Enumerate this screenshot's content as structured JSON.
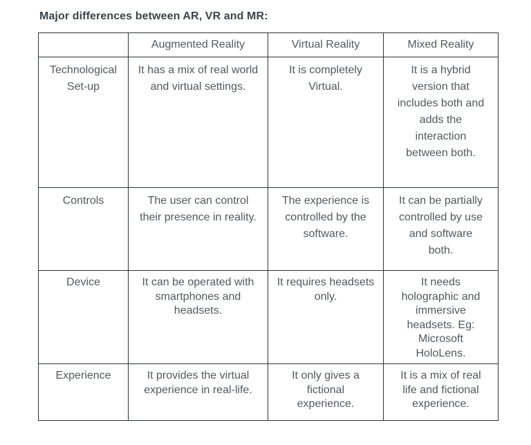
{
  "page": {
    "title": "Major differences between AR, VR and MR:"
  },
  "table": {
    "columns": [
      "",
      "Augmented Reality",
      "Virtual Reality",
      "Mixed Reality"
    ],
    "rows": [
      {
        "label": "Technological\nSet-up",
        "cells": [
          "It has a mix of real world\nand virtual settings.",
          "It is completely\nVirtual.",
          "It is a hybrid\nversion that\nincludes both and\nadds the\ninteraction\nbetween both."
        ]
      },
      {
        "label": "Controls",
        "cells": [
          "The user can control\ntheir presence in reality.",
          "The experience is\ncontrolled by the\nsoftware.",
          "It can be partially\ncontrolled by use\nand software\nboth."
        ]
      },
      {
        "label": "Device",
        "cells": [
          "It can be operated with\nsmartphones and\nheadsets.",
          "It requires headsets\nonly.",
          "It needs\nholographic and\nimmersive\nheadsets. Eg:\nMicrosoft\nHoloLens."
        ]
      },
      {
        "label": "Experience",
        "cells": [
          "It provides the virtual\nexperience in real-life.",
          "It only gives a\nfictional\nexperience.",
          "It is a mix of real\nlife and fictional\nexperience."
        ]
      }
    ]
  },
  "colors": {
    "background": "#ffffff",
    "title_text": "#3d4349",
    "cell_text": "#52585e",
    "border": "#2e3236"
  }
}
